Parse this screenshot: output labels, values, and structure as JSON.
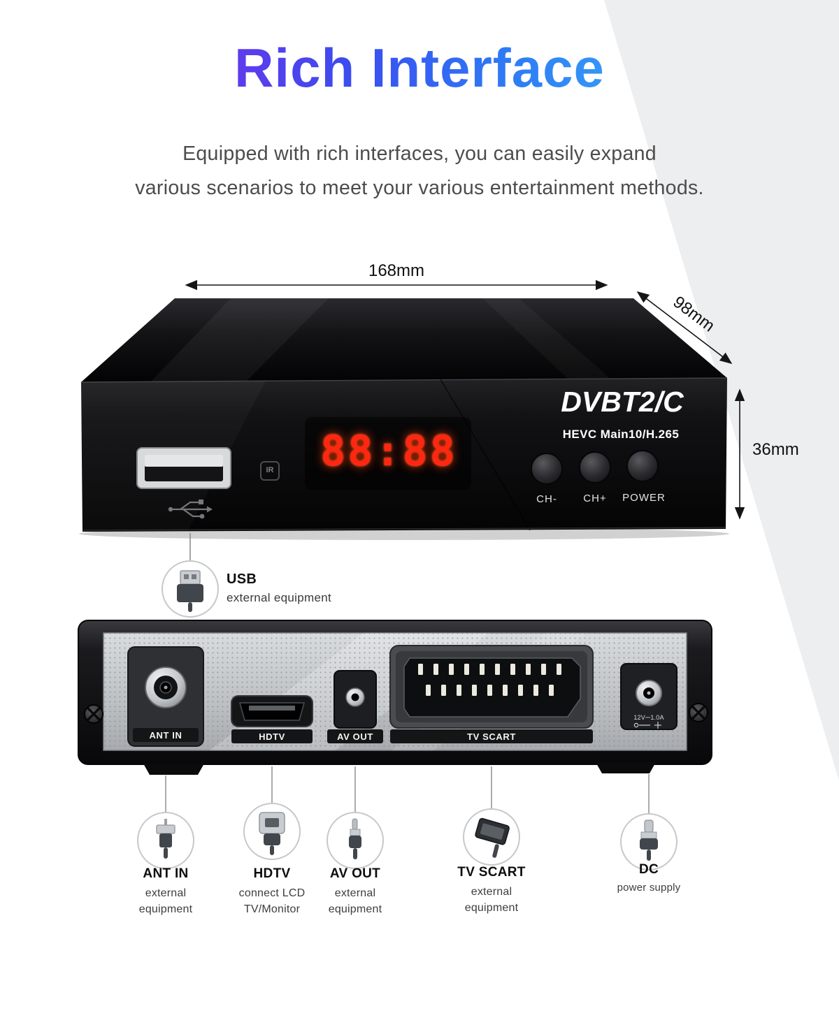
{
  "header": {
    "title": "Rich Interface",
    "subtitle_line1": "Equipped with rich interfaces, you can easily expand",
    "subtitle_line2": "various scenarios to meet your various entertainment methods."
  },
  "dimensions": {
    "width": "168mm",
    "depth": "98mm",
    "height": "36mm"
  },
  "front_panel": {
    "logo": "DVBT2/C",
    "logo_sub": "HEVC Main10/H.265",
    "display_value": "88:88",
    "ir_label": "IR",
    "buttons": {
      "ch_minus": "CH-",
      "ch_plus": "CH+",
      "power": "POWER"
    }
  },
  "usb_callout": {
    "label": "USB",
    "description": "external equipment"
  },
  "rear_panel": {
    "ant_in_label": "ANT IN",
    "hdtv_label": "HDTV",
    "av_out_label": "AV OUT",
    "tv_scart_label": "TV SCART",
    "dc_rating": "12V⎓1.0A"
  },
  "callouts": [
    {
      "label": "ANT IN",
      "line1": "external",
      "line2": "equipment"
    },
    {
      "label": "HDTV",
      "line1": "connect LCD",
      "line2": "TV/Monitor"
    },
    {
      "label": "AV OUT",
      "line1": "external",
      "line2": "equipment"
    },
    {
      "label": "TV SCART",
      "line1": "external",
      "line2": "equipment"
    },
    {
      "label": "DC",
      "line1": "power supply",
      "line2": ""
    }
  ],
  "colors": {
    "title_gradient_start": "#8a25e8",
    "title_gradient_mid": "#3a4df0",
    "title_gradient_end": "#3ec6fa",
    "led_red": "#ff2612",
    "background_gray": "#eceef0"
  }
}
